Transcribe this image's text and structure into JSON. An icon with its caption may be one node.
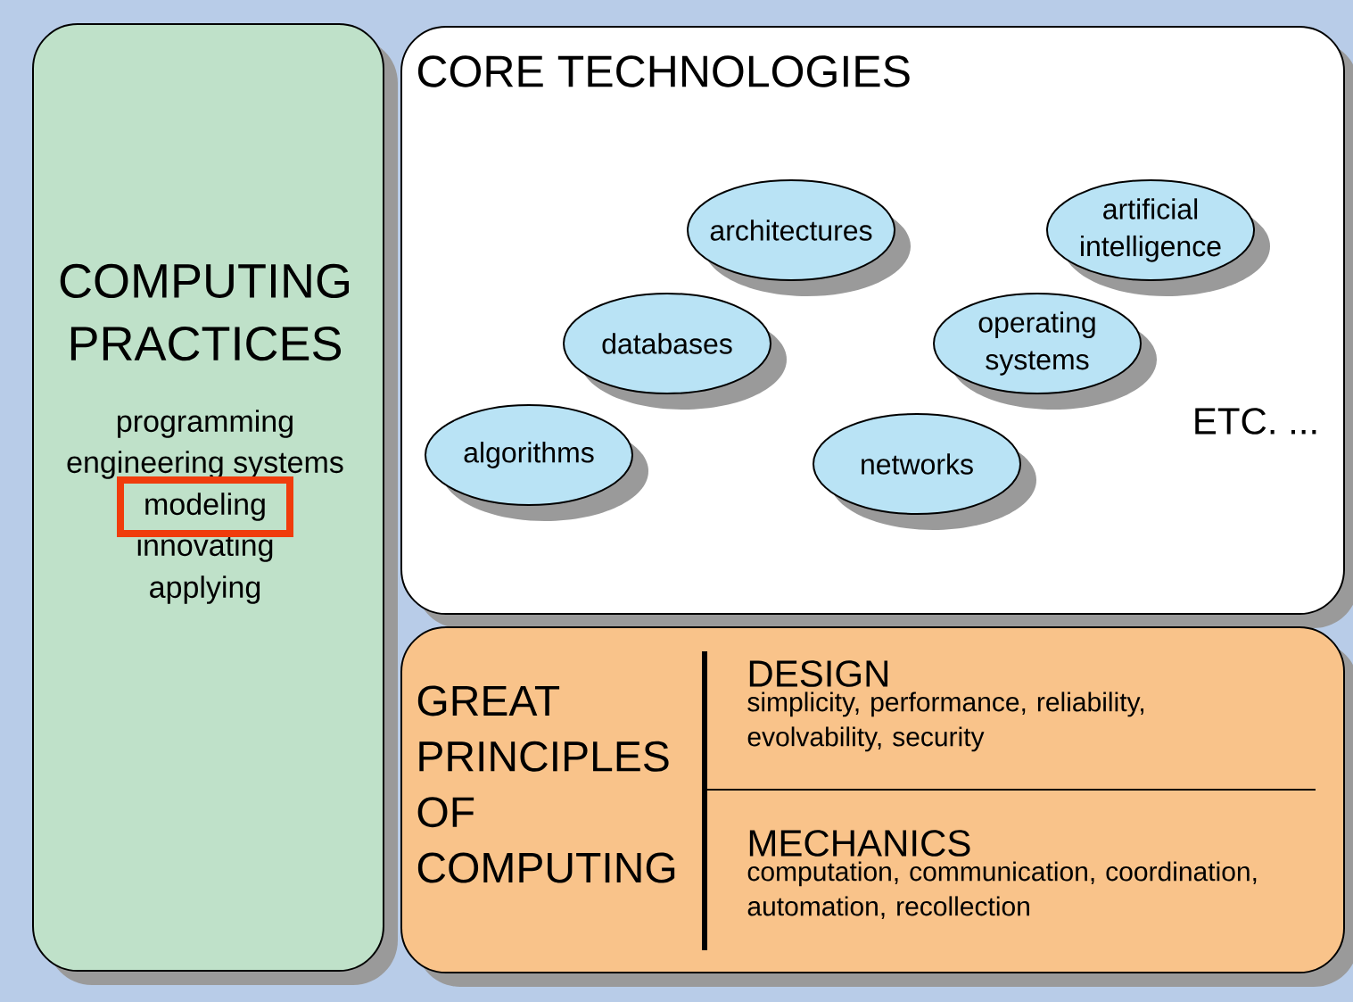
{
  "diagram": {
    "nodes": [
      {
        "text": [
          "COMPUTING PRACTICES",
          "programming",
          "engineering systems",
          "innovating",
          "applying"
        ]
      },
      {
        "text": [
          "modeling"
        ],
        "in": 0
      },
      {
        "text": [
          "CORE TECHNOLOGIES",
          "ETC. ..."
        ]
      },
      {
        "text": [
          "architectures"
        ],
        "in": 2
      },
      {
        "text": [
          "artificial intelligence"
        ],
        "in": 2
      },
      {
        "text": [
          "databases"
        ],
        "in": 2
      },
      {
        "text": [
          "operating systems"
        ],
        "in": 2
      },
      {
        "text": [
          "algorithms"
        ],
        "in": 2
      },
      {
        "text": [
          "networks"
        ],
        "in": 2
      },
      {
        "text": [
          "GREAT PRINCIPLES OF COMPUTING",
          "DESIGN",
          "simplicity, performance, reliability, evolvability, security",
          "MECHANICS",
          "computation, communication, coordination, automation, recollection"
        ]
      }
    ]
  }
}
